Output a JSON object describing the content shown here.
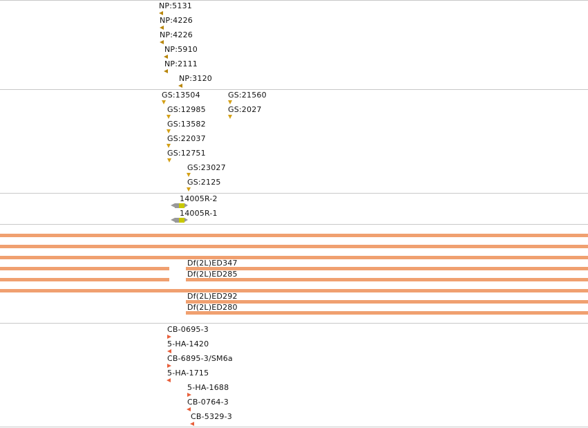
{
  "tracks": {
    "np": [
      "NP:5131",
      "NP:4226",
      "NP:4226",
      "NP:5910",
      "NP:2111",
      "NP:3120"
    ],
    "gs_left": [
      "GS:13504",
      "GS:12985",
      "GS:13582",
      "GS:22037",
      "GS:12751",
      "GS:23027",
      "GS:2125"
    ],
    "gs_right": [
      "GS:21560",
      "GS:2027"
    ],
    "constructs": [
      "14005R-2",
      "14005R-1"
    ],
    "deficiencies": [
      "Df(2L)ED347",
      "Df(2L)ED285",
      "Df(2L)ED292",
      "Df(2L)ED280"
    ],
    "cb": [
      "CB-0695-3",
      "5-HA-1420",
      "CB-6895-3/SM6a",
      "5-HA-1715",
      "5-HA-1688",
      "CB-0764-3",
      "CB-5329-3"
    ]
  },
  "colors": {
    "separator": "#c8c8c8",
    "np_marker": "#b8860b",
    "gs_marker": "#d4a017",
    "deficiency_bar": "#f0a070",
    "cb_marker": "#e8603c",
    "construct_gray": "#999999",
    "construct_insert": "#c8c800"
  }
}
